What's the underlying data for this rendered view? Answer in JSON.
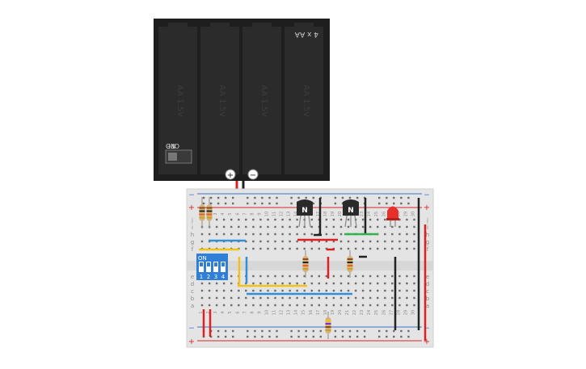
{
  "battery_pack": {
    "label": "4 x AA",
    "cell_labels": [
      "AA 1.5V",
      "AA 1.5V",
      "AA 1.5V",
      "AA 1.5V"
    ],
    "switch_on_label": "ON",
    "switch_off_label": "OFF",
    "plus_terminal": "+",
    "minus_terminal": "−"
  },
  "breadboard": {
    "rail_plus": "+",
    "rail_minus": "−",
    "row_letters_top": [
      "j",
      "i",
      "h",
      "g",
      "f"
    ],
    "row_letters_bottom": [
      "e",
      "d",
      "c",
      "b",
      "a"
    ],
    "column_numbers": [
      "1",
      "2",
      "3",
      "4",
      "5",
      "6",
      "7",
      "8",
      "9",
      "10",
      "11",
      "12",
      "13",
      "14",
      "15",
      "16",
      "17",
      "18",
      "19",
      "20",
      "21",
      "22",
      "23",
      "24",
      "25",
      "26",
      "27",
      "28",
      "29",
      "30"
    ]
  },
  "components": {
    "transistor_1_label": "N",
    "transistor_2_label": "N",
    "dip_switch_on_label": "ON",
    "dip_switch_numbers": [
      "1",
      "2",
      "3",
      "4"
    ]
  },
  "colors": {
    "battery_body": "#1e1e1e",
    "breadboard": "#e4e4e4",
    "rail_red": "#d9262c",
    "rail_blue": "#3b73c9",
    "wire_red": "#e02020",
    "wire_black": "#222222",
    "wire_yellow": "#f2c21b",
    "wire_blue": "#2f8fd8",
    "wire_green": "#2fb34a",
    "led_red": "#e8302a",
    "dip_blue": "#2f7fd6"
  }
}
